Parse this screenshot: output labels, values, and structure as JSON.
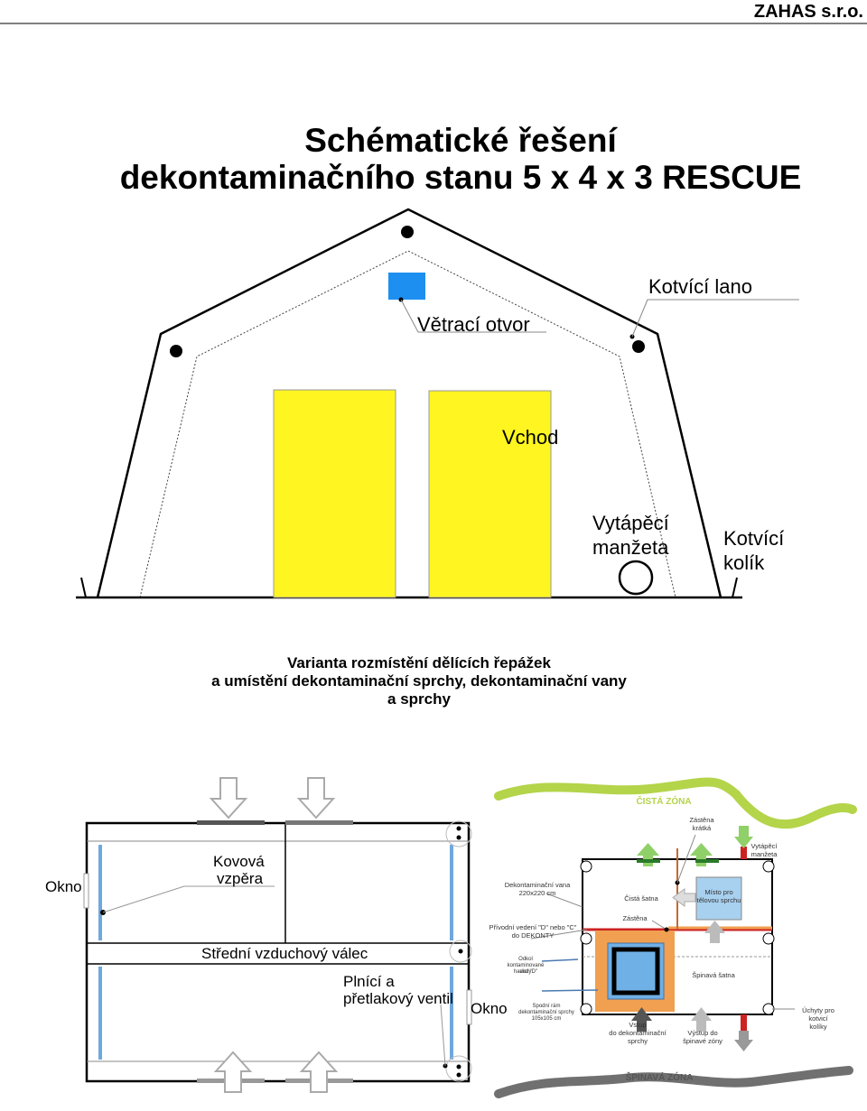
{
  "header": {
    "company": "ZAHAS s.r.o."
  },
  "title": {
    "line1": "Schématické řešení",
    "line2": "dekontaminačního stanu 5 x 4 x 3 RESCUE"
  },
  "tent_labels": {
    "vent": "Větrací otvor",
    "anchor_rope": "Kotvící lano",
    "entrance": "Vchod",
    "heating_line1": "Vytápěcí",
    "heating_line2": "manžeta",
    "peg_line1": "Kotvící",
    "peg_line2": "kolík"
  },
  "variant": {
    "line1": "Varianta rozmístění dělících řepážek",
    "line2": "a umístění dekontaminační sprchy, dekontaminační vany",
    "line3": "a sprchy"
  },
  "plan_labels": {
    "window_left": "Okno",
    "strut_line1": "Kovová",
    "strut_line2": "vzpěra",
    "air_tube": "Střední vzduchový válec",
    "valve_line1": "Plnící a",
    "valve_line2": "přetlakový ventil",
    "window_right": "Okno"
  },
  "zone_labels": {
    "clean_zone": "ČISTÁ ZÓNA",
    "dirty_zone": "ŠPINAVÁ ZÓNA",
    "short_screen_1": "Zástěna",
    "short_screen_2": "krátká",
    "heating_1": "Vytápěcí",
    "heating_2": "manžeta",
    "tub_1": "Dekontaminační vana",
    "tub_2": "220x220 cm",
    "clean_changing": "Čistá šatna",
    "body_shower_1": "Místo pro",
    "body_shower_2": "tělovou sprchu",
    "screen": "Zástěna",
    "supply_1": "Přívodní vedení \"D\" nebo \"C\"",
    "supply_2": "do DEKONTY",
    "drain_1": "Odkol",
    "drain_2": "kontaminované vody",
    "drain_3": "hadicí \"D\"",
    "dirty_changing": "Špinavá šatna",
    "frame_1": "Spodní rám",
    "frame_2": "dekontaminační sprchy",
    "frame_3": "105x105 cm",
    "entry_decon_1": "Vstup",
    "entry_decon_2": "do dekontaminační",
    "entry_decon_3": "sprchy",
    "entry_dirty_1": "Výstup do",
    "entry_dirty_2": "špinavé zóny",
    "peg_mounts_1": "Úchyty pro",
    "peg_mounts_2": "kotvicí",
    "peg_mounts_3": "kolíky"
  },
  "colors": {
    "door": "#fff520",
    "vent": "#1c8ff0",
    "blue_wall": "#6fa8dc",
    "clean_zone": "#b4d44a",
    "dirty_zone": "#707070",
    "tub": "#f0a050",
    "green_arrow": "#8fd068",
    "red": "#cc2222"
  }
}
